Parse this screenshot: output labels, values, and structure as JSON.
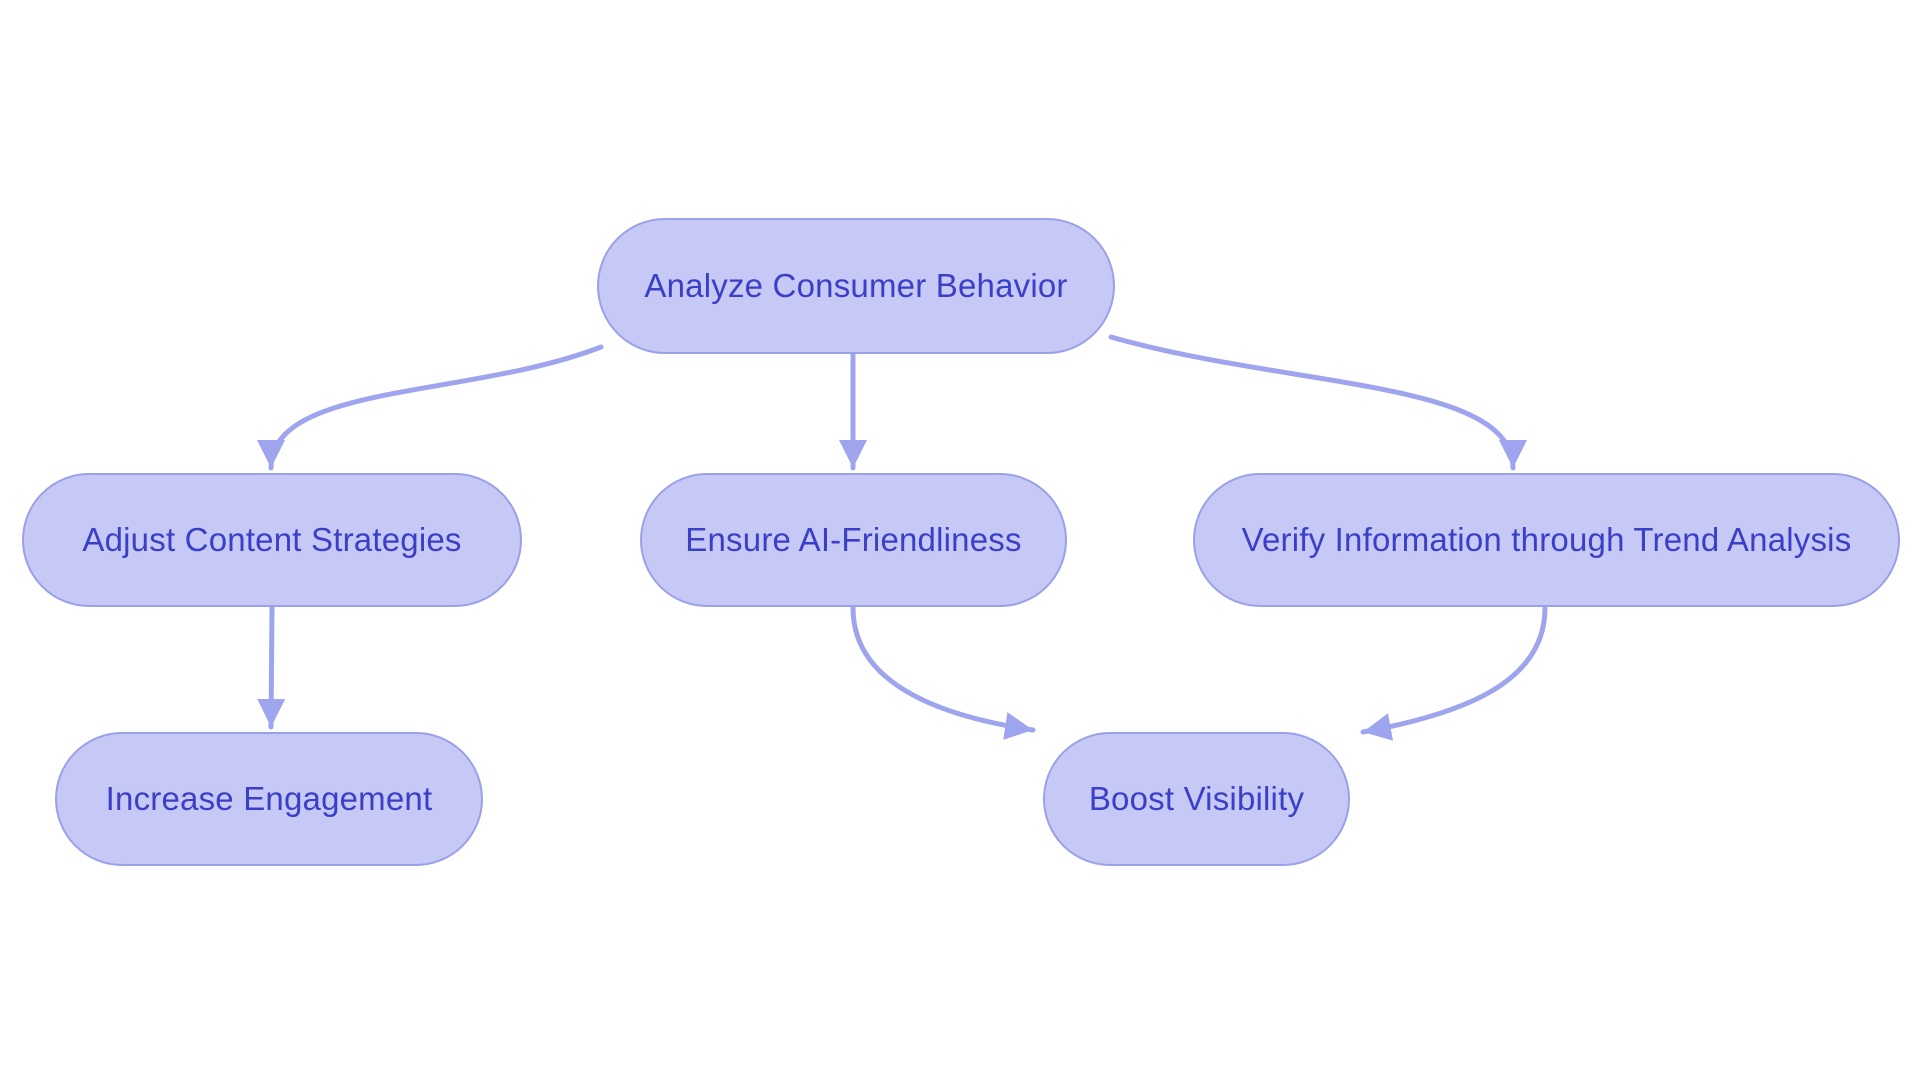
{
  "diagram": {
    "type": "flowchart",
    "background_color": "#ffffff",
    "colors": {
      "node_fill": "#c6c9f5",
      "node_border": "#9aa1e9",
      "text": "#3a3fc8",
      "arrow": "#9ea4ed"
    },
    "nodes": [
      {
        "id": "analyze",
        "label": "Analyze Consumer Behavior"
      },
      {
        "id": "adjust",
        "label": "Adjust Content Strategies"
      },
      {
        "id": "ensure",
        "label": "Ensure AI-Friendliness"
      },
      {
        "id": "verify",
        "label": "Verify Information through Trend Analysis"
      },
      {
        "id": "increase",
        "label": "Increase Engagement"
      },
      {
        "id": "boost",
        "label": "Boost Visibility"
      }
    ],
    "edges": [
      {
        "from": "Analyze Consumer Behavior",
        "to": "Adjust Content Strategies"
      },
      {
        "from": "Analyze Consumer Behavior",
        "to": "Ensure AI-Friendliness"
      },
      {
        "from": "Analyze Consumer Behavior",
        "to": "Verify Information through Trend Analysis"
      },
      {
        "from": "Adjust Content Strategies",
        "to": "Increase Engagement"
      },
      {
        "from": "Ensure AI-Friendliness",
        "to": "Boost Visibility"
      },
      {
        "from": "Verify Information through Trend Analysis",
        "to": "Boost Visibility"
      }
    ]
  }
}
